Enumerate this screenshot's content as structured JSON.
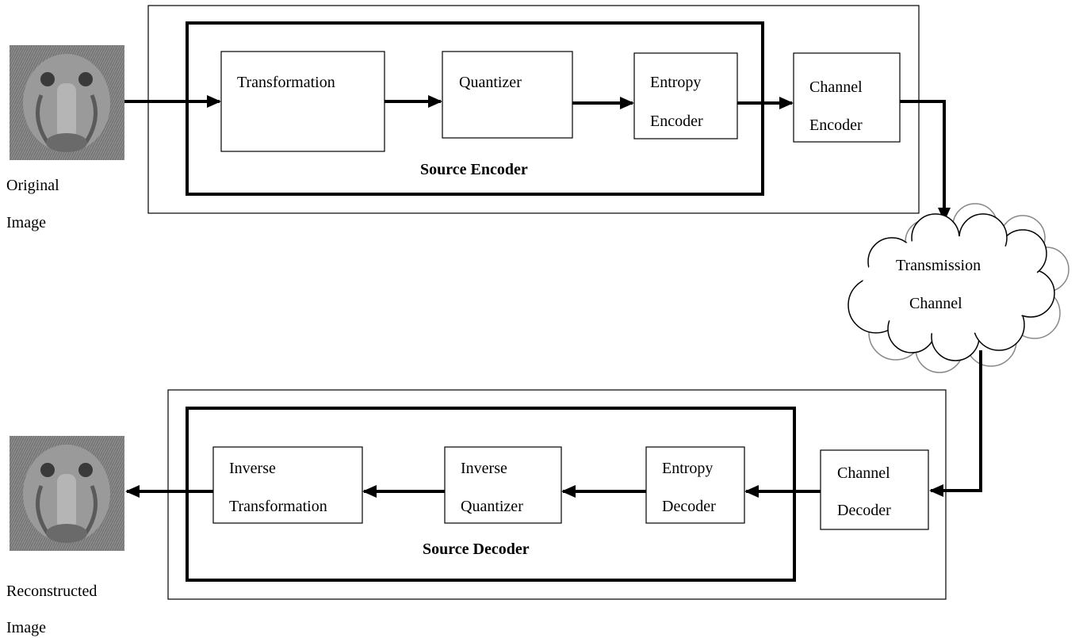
{
  "original_image_label": {
    "line1": "Original",
    "line2": "Image"
  },
  "reconstructed_image_label": {
    "line1": "Reconstructed",
    "line2": "Image"
  },
  "encoder": {
    "group_label": "Source Encoder",
    "transformation": "Transformation",
    "quantizer": "Quantizer",
    "entropy_encoder": {
      "line1": "Entropy",
      "line2": "Encoder"
    },
    "channel_encoder": {
      "line1": "Channel",
      "line2": "Encoder"
    }
  },
  "channel": {
    "line1": "Transmission",
    "line2": "Channel"
  },
  "decoder": {
    "group_label": "Source Decoder",
    "inverse_transformation": {
      "line1": "Inverse",
      "line2": "Transformation"
    },
    "inverse_quantizer": {
      "line1": "Inverse",
      "line2": "Quantizer"
    },
    "entropy_decoder": {
      "line1": "Entropy",
      "line2": "Decoder"
    },
    "channel_decoder": {
      "line1": "Channel",
      "line2": "Decoder"
    }
  }
}
